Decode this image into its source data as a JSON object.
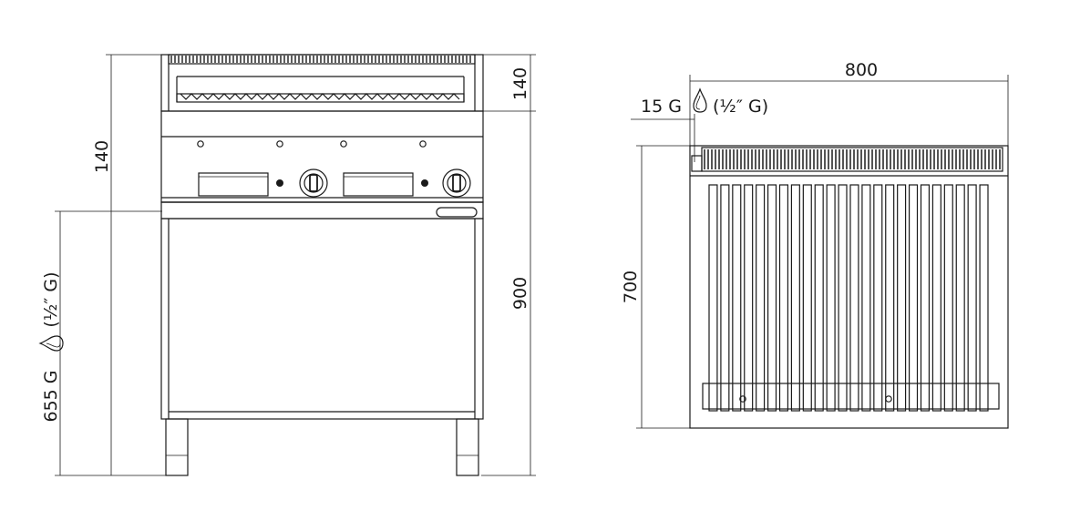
{
  "front_view": {
    "dim_top_height": "140",
    "dim_left_height": "140",
    "dim_total_height": "900",
    "gas_inlet_side": "655 G",
    "gas_inlet_side_thread": "(½″ G)"
  },
  "top_view": {
    "dim_width": "800",
    "dim_depth": "700",
    "gas_inlet_top": "15 G",
    "gas_inlet_top_thread": "(½″ G)"
  },
  "icons": {
    "gas_connection": "gas-drop-icon"
  }
}
